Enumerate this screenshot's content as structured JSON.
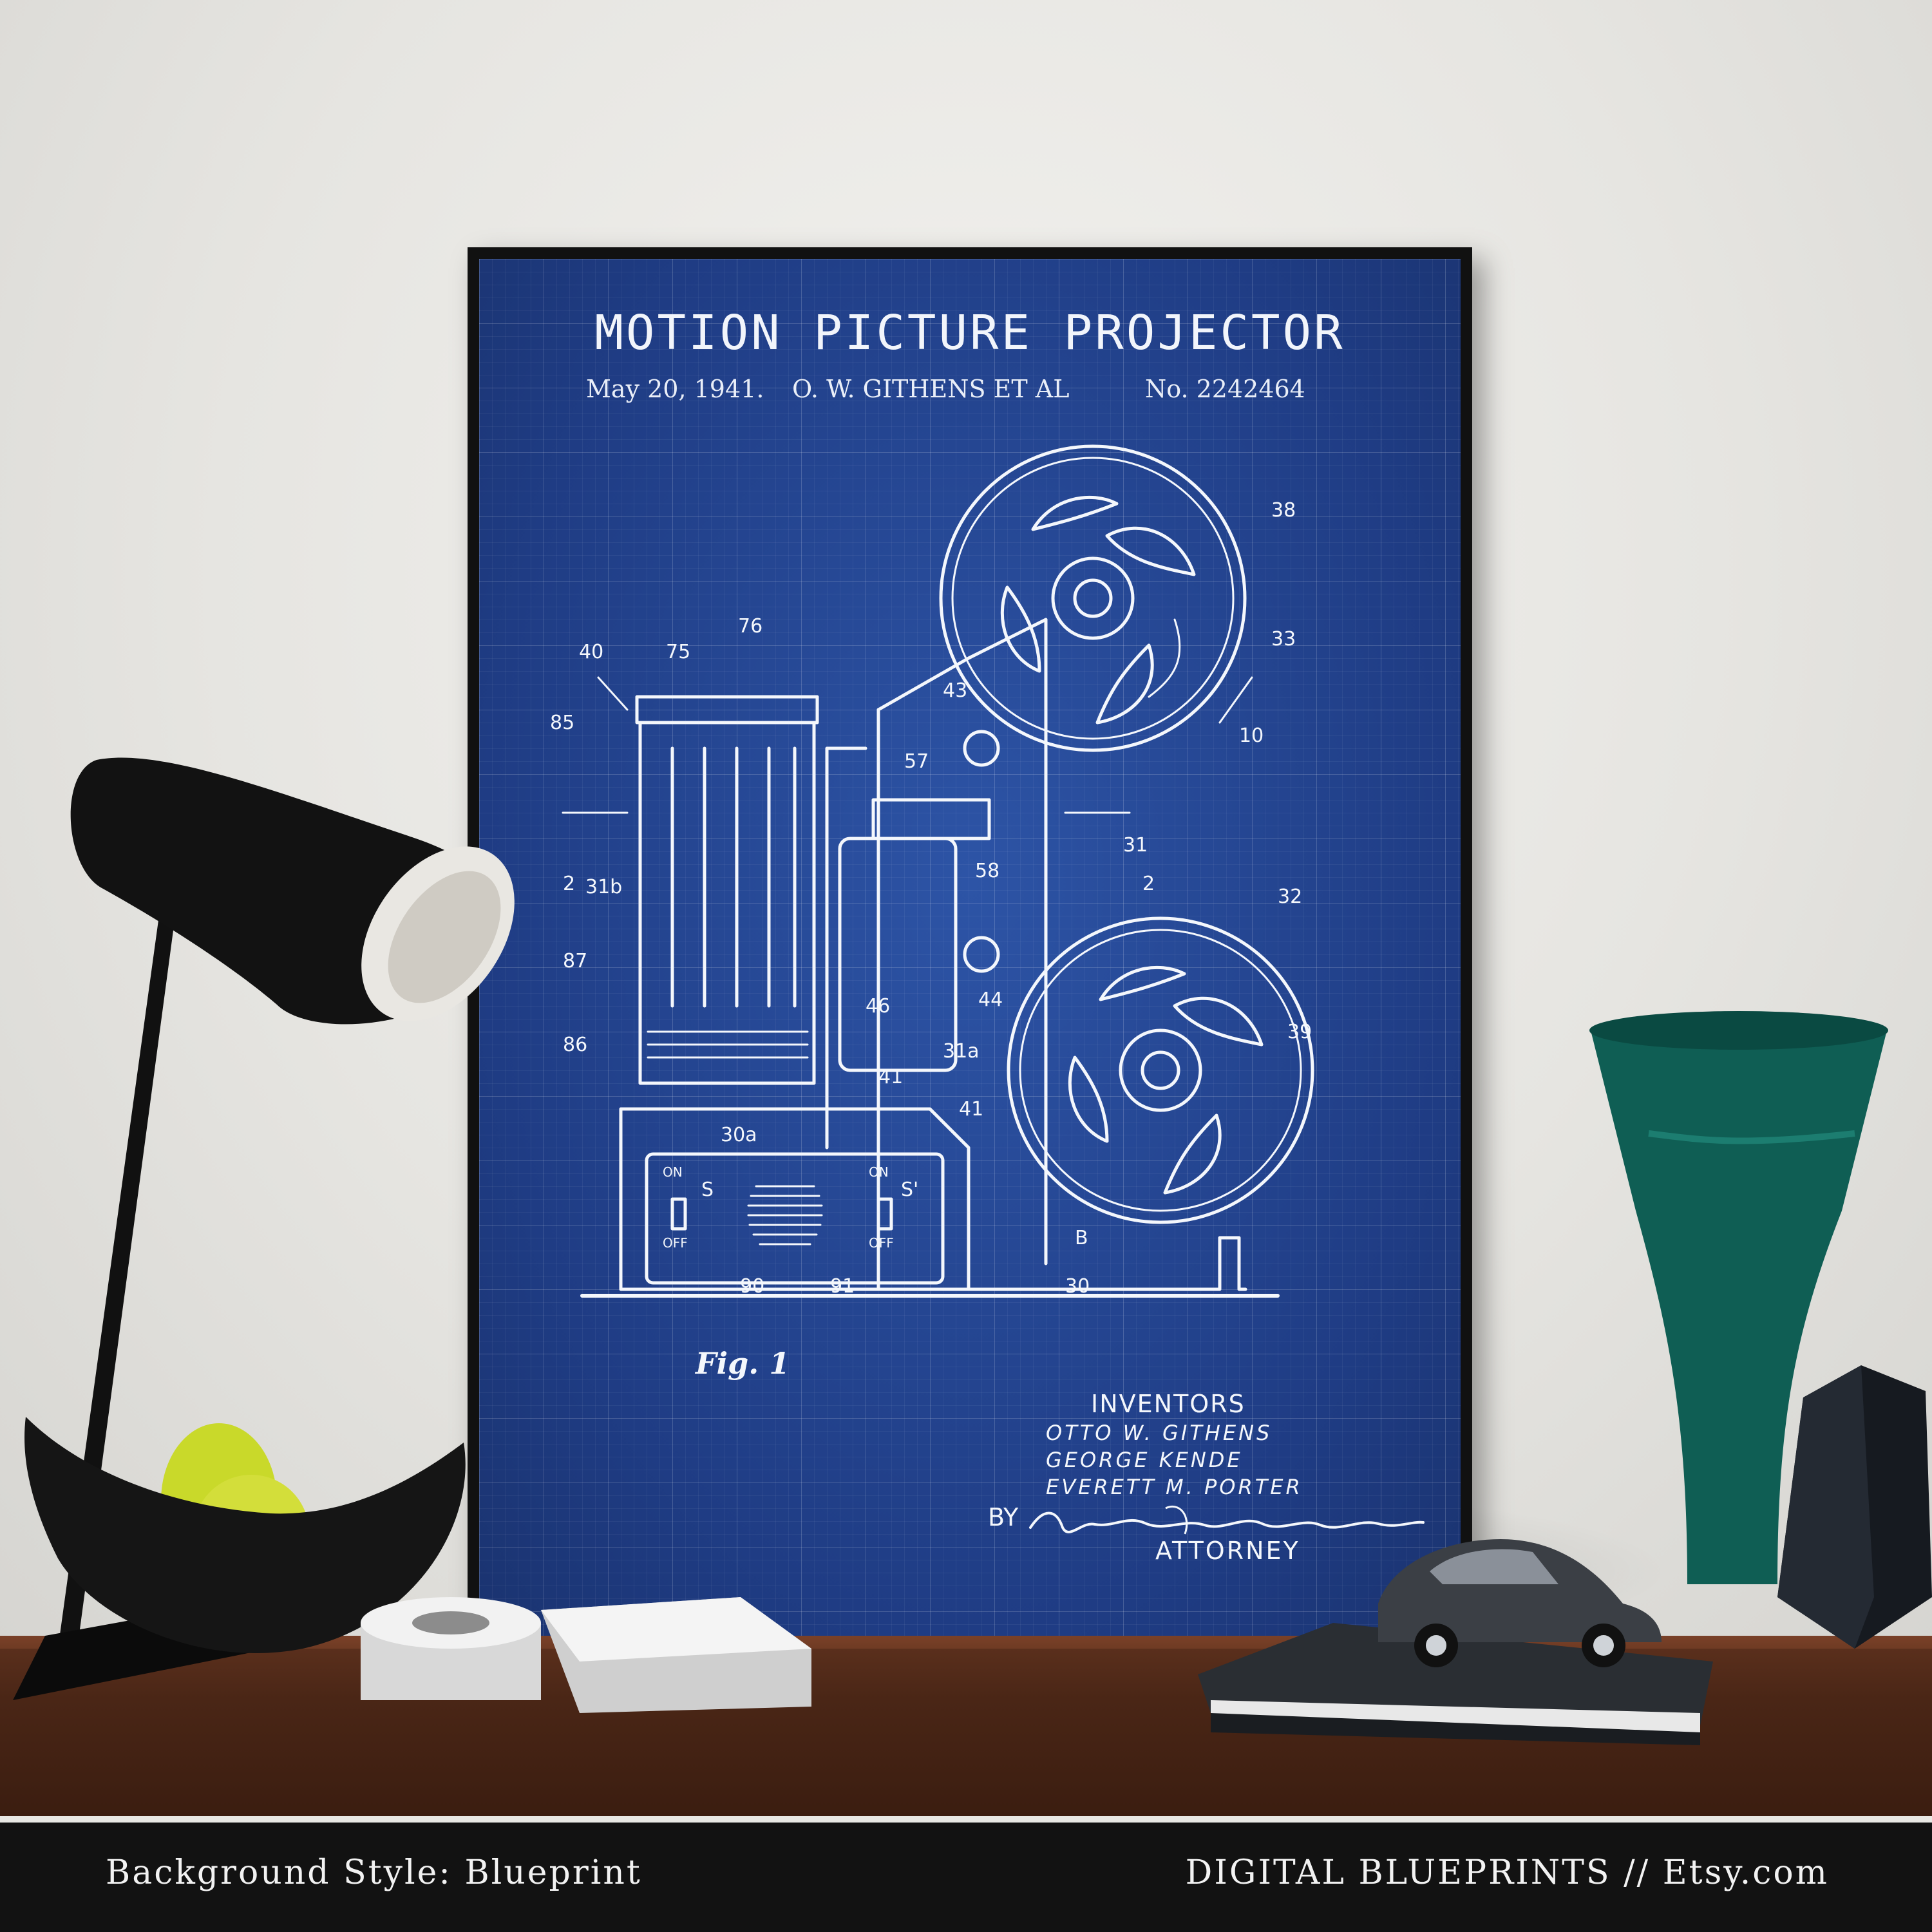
{
  "poster": {
    "title": "MOTION PICTURE PROJECTOR",
    "date": "May 20, 1941.",
    "author": "O. W. GITHENS ET AL",
    "number": "No. 2242464",
    "figure_label": "Fig. 1",
    "inventors_heading": "INVENTORS",
    "inventors": [
      "OTTO W. GITHENS",
      "GEORGE KENDE",
      "EVERETT M. PORTER"
    ],
    "by_label": "BY",
    "attorney_label": "ATTORNEY",
    "reference_numerals": [
      "38",
      "33",
      "10",
      "76",
      "40",
      "75",
      "85",
      "43",
      "57",
      "58",
      "31",
      "2",
      "2",
      "31b",
      "32",
      "87",
      "46",
      "44",
      "39",
      "86",
      "41",
      "31a",
      "41",
      "30a",
      "S",
      "S'",
      "ON",
      "OFF",
      "ON",
      "OFF",
      "B",
      "90",
      "91",
      "30"
    ]
  },
  "footer": {
    "left": "Background Style: Blueprint",
    "right": "DIGITAL BLUEPRINTS // Etsy.com"
  },
  "colors": {
    "blueprint": "#23438e",
    "ink": "#f4f7fc",
    "frame": "#111111",
    "cabinet": "#4a2616",
    "vase": "#0f5e54",
    "footer_bar": "#121212"
  }
}
